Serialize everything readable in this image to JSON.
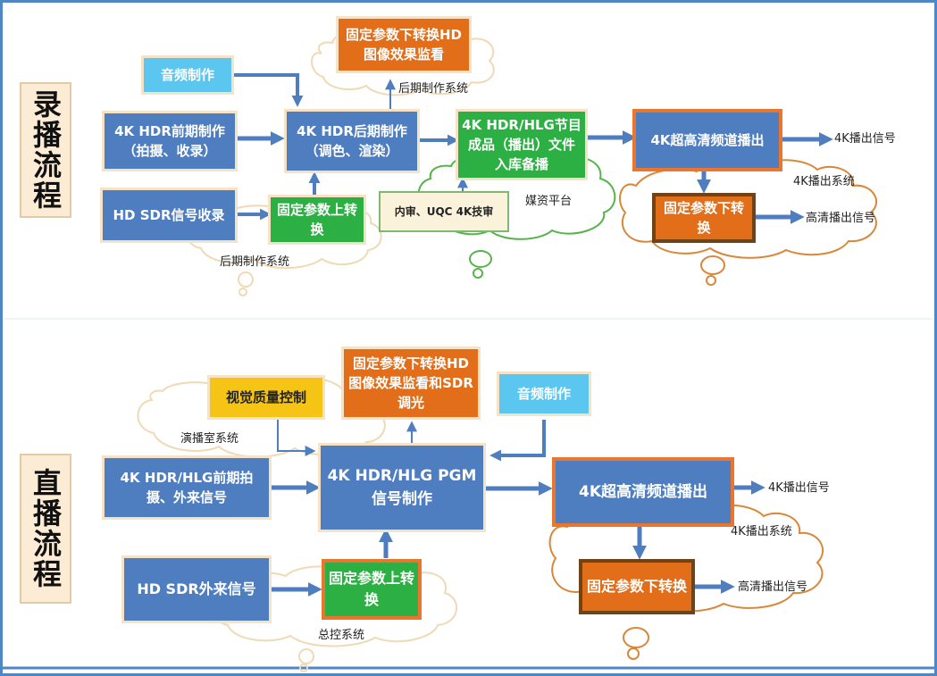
{
  "colors": {
    "frame": "#4f86c6",
    "arrow": "#4f7ec0",
    "box_blue": "#4f7ec0",
    "box_orange": "#e36e19",
    "box_green": "#2db043",
    "box_lightblue": "#5bc6ef",
    "box_yellow": "#f6c415",
    "cloud_orange": "#d9873a",
    "cloud_green": "#56b44a",
    "cloud_beige": "#f0d9b5",
    "side_bg": "#fcecd5"
  },
  "recording": {
    "side_label": "录播流程",
    "audio": "音频制作",
    "pre": "4K HDR前期制作（拍摄、收录）",
    "post": "4K HDR后期制作（调色、渲染）",
    "monitor": "固定参数下转换HD图像效果监看",
    "post_system": "后期制作系统",
    "finished": "4K HDR/HLG节目成品（播出）文件入库备播",
    "channel": "4K超高清频道播出",
    "out_4k": "4K播出信号",
    "playout_system": "4K播出系统",
    "down": "固定参数下转换",
    "out_hd": "高清播出信号",
    "sdr_in": "HD SDR信号收录",
    "up": "固定参数上转换",
    "post_system_2": "后期制作系统",
    "qc": "内审、UQC 4K技审",
    "media": "媒资平台"
  },
  "live": {
    "side_label": "直播流程",
    "visual_qc": "视觉质量控制",
    "monitor": "固定参数下转换HD图像效果监看和SDR调光",
    "audio": "音频制作",
    "studio_system": "演播室系统",
    "pre": "4K HDR/HLG前期拍摄、外来信号",
    "pgm": "4K HDR/HLG PGM 信号制作",
    "channel": "4K超高清频道播出",
    "out_4k": "4K播出信号",
    "playout_system": "4K播出系统",
    "down": "固定参数下转换",
    "out_hd": "高清播出信号",
    "sdr_in": "HD SDR外来信号",
    "up": "固定参数上转换",
    "master_system": "总控系统"
  }
}
